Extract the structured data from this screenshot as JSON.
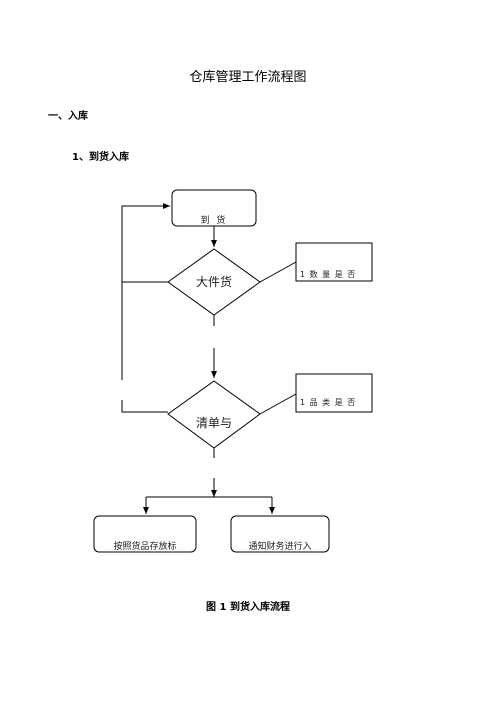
{
  "document": {
    "title": "仓库管理工作流程图",
    "section_heading": "一、入库",
    "subsection_heading": "1、到货入库",
    "figure_caption": "图 1  到货入库流程"
  },
  "flowchart": {
    "start_box": "到  货",
    "decision_1": "大件货",
    "note_1": "1  数 量 是 否",
    "decision_2": "清单与",
    "note_2": "1  品 类 是 否",
    "result_left": "按照货品存放标",
    "result_right": "通知财务进行入"
  }
}
